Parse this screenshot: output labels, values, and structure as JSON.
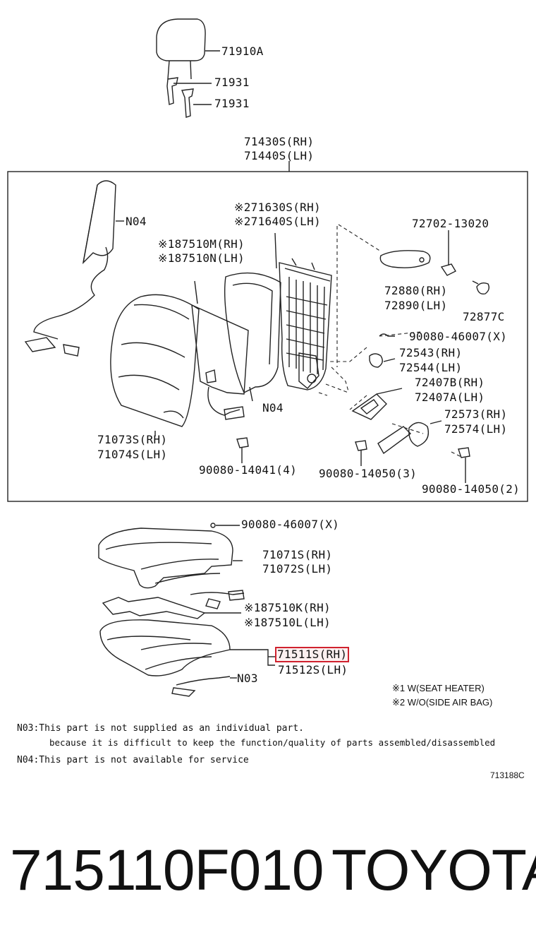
{
  "parts": {
    "headrest": "71910A",
    "support_1": "71931",
    "support_2": "71931",
    "back_assy_rh": "71430S(RH)",
    "back_assy_lh": "71440S(LH)",
    "n04_top": "N04",
    "frame_rh": "71630S(RH)",
    "frame_lh": "71640S(LH)",
    "frame_mark": "※2",
    "heater_back_rh": "87510M(RH)",
    "heater_back_lh": "87510N(LH)",
    "heater_back_mark": "※1",
    "screw_72702": "72702-13020",
    "cover_72880": "72880(RH)",
    "cover_72890": "72890(LH)",
    "cap_72877": "72877C",
    "clip_90080_46007_top": "90080-46007(X)",
    "knob_72543": "72543(RH)",
    "knob_72544": "72544(LH)",
    "recliner_72407b": "72407B(RH)",
    "recliner_72407a": "72407A(LH)",
    "spring_72573": "72573(RH)",
    "spring_72574": "72574(LH)",
    "cover_back_rh": "71073S(RH)",
    "cover_back_lh": "71074S(LH)",
    "n04_mid": "N04",
    "bolt_90080_14041": "90080-14041(4)",
    "bolt_90080_14050_3": "90080-14050(3)",
    "bolt_90080_14050_2": "90080-14050(2)",
    "clip_90080_46007_bottom": "90080-46007(X)",
    "cushion_cover_rh": "71071S(RH)",
    "cushion_cover_lh": "71072S(LH)",
    "heater_cushion_rh": "87510K(RH)",
    "heater_cushion_lh": "87510L(LH)",
    "heater_cushion_mark": "※1",
    "cushion_pad_rh": "71511S(RH)",
    "cushion_pad_lh": "71512S(LH)",
    "n03": "N03"
  },
  "legend": {
    "mark1": "※1 W(SEAT HEATER)",
    "mark2": "※2 W/O(SIDE AIR BAG)"
  },
  "notes": {
    "n03_line1": "N03:This part is not supplied as an individual part.",
    "n03_line2": "because it is difficult to keep the function/quality of parts assembled/disassembled",
    "n04_line": "N04:This part is not available for service"
  },
  "figure_code": "713188C",
  "highlight_color": "#d0222e",
  "footer": {
    "part_number": "715110F010",
    "brand": "TOYOTA"
  }
}
